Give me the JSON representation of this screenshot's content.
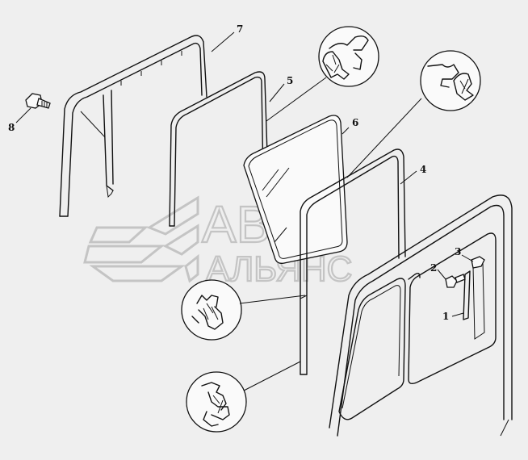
{
  "callouts": {
    "c1": "1",
    "c2": "2",
    "c3": "3",
    "c4": "4",
    "c5": "5",
    "c6": "6",
    "c7": "7",
    "c8": "8"
  },
  "watermark": {
    "line1": "АВТО",
    "line2": "АЛЬЯНС"
  },
  "colors": {
    "background": "#efefef",
    "line": "#111111",
    "watermark": "#c4c4c4"
  }
}
